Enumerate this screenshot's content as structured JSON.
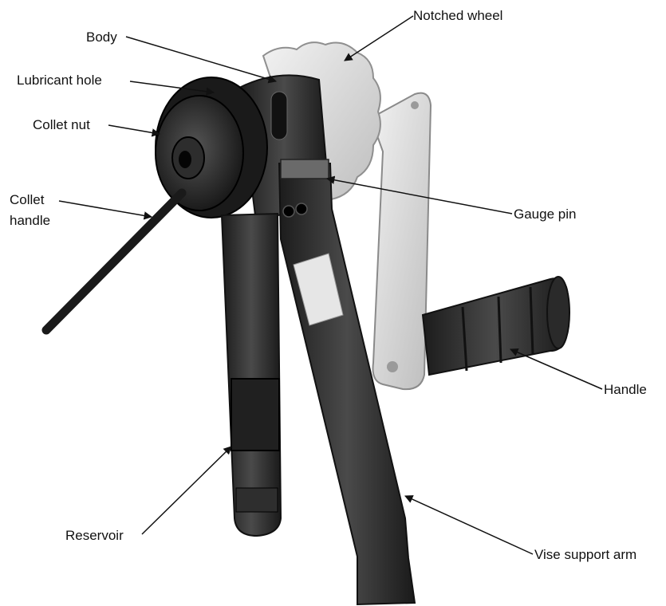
{
  "colors": {
    "ink": "#111111",
    "metal_dark": "#2b2b2b",
    "metal_mid": "#4a4a4a",
    "metal_light": "#d6d6d6",
    "background": "#ffffff"
  },
  "labels": {
    "notched_wheel": "Notched wheel",
    "body": "Body",
    "lubricant_hole": "Lubricant hole",
    "collet_nut": "Collet nut",
    "collet_handle_line1": "Collet",
    "collet_handle_line2": "handle",
    "gauge_pin": "Gauge pin",
    "handle": "Handle",
    "reservoir": "Reservoir",
    "vise_support_arm": "Vise support arm"
  }
}
